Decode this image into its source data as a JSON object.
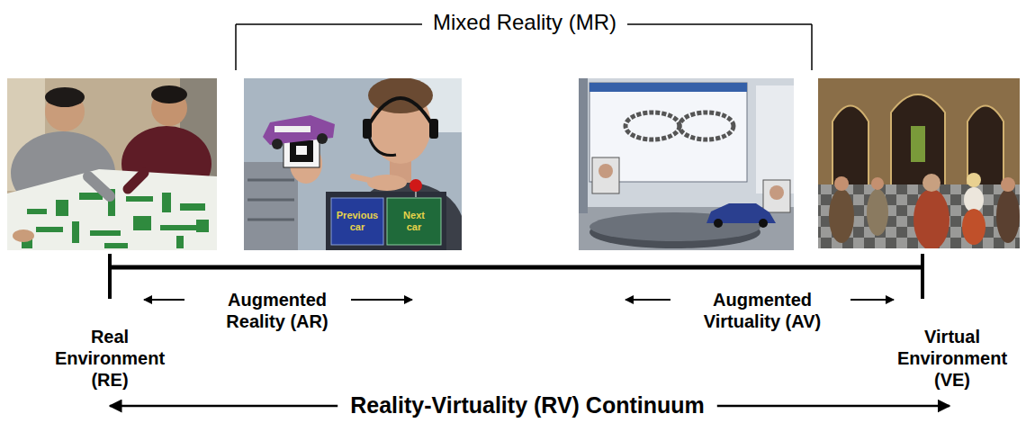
{
  "diagram": {
    "labels": [
      "Mixed Reality (MR)",
      "Previous car",
      "Next car",
      "Augmented Reality (AR)",
      "Augmented Virtuality (AV)",
      "Real Environment (RE)",
      "Virtual Environment (VE)",
      "Reality-Virtuality (RV) Continuum"
    ]
  }
}
